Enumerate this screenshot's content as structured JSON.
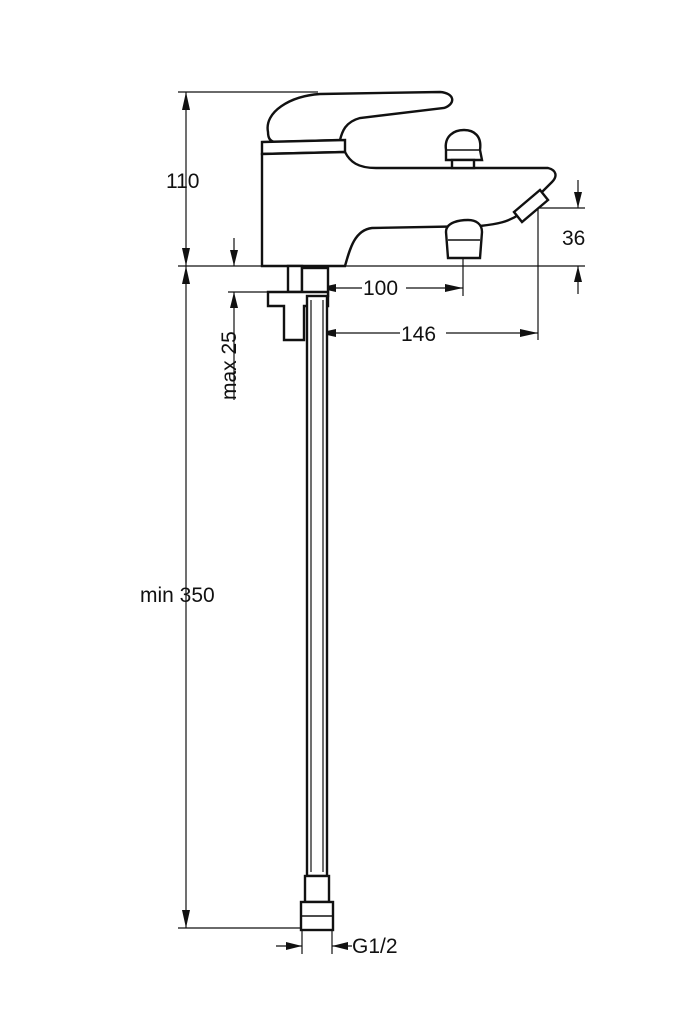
{
  "dimensions": {
    "height_top": "110",
    "min_length": "min 350",
    "max_thickness": "max 25",
    "projection_100": "100",
    "projection_146": "146",
    "spout_height": "36",
    "connection": "G1/2"
  }
}
